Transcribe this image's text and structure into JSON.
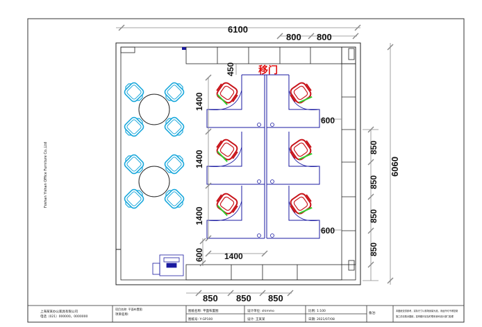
{
  "drawing": {
    "side_text": "Foshan Yishan Office Furniture Co.,Ltd",
    "sliding_door_label": "移门",
    "dimensions": {
      "total_width": "6100",
      "cab_top_1": "800",
      "cab_top_2": "800",
      "total_height": "6060",
      "desk_depth_top": "450",
      "desk_row_1": "1400",
      "desk_row_2": "1400",
      "desk_row_3": "1400",
      "ret_1": "600",
      "ret_2": "600",
      "right_1": "850",
      "right_2": "850",
      "right_3": "850",
      "right_4": "850",
      "bottom_1": "850",
      "bottom_2": "850",
      "bottom_3": "850",
      "desk_width_bottom": "1400",
      "left_small": "600"
    }
  },
  "title_block": {
    "company_line_1": "上海某某办公家具有限公司",
    "company_line_2": "电话（021）000000，0000000",
    "project_label_1": "项目名称: 平面布置图",
    "project_label_2": "项目名称:",
    "drawing_name": "图纸名称: 平面布置图",
    "drawing_no": "图纸号: Y-GP100",
    "design_unit": "设计单位: shimmo",
    "design_by": "设计: 王某某",
    "scale": "比例: 1:100",
    "date": "日期: 2021/07/08",
    "note_label": "备注:",
    "note_text_1": "本图纸仅供参考，实际尺寸以现场测量为准，未经许可不得复制",
    "note_text_2": "施工前请核对图纸，如有疑问请及时联系我司设计部门处理"
  },
  "colors": {
    "outline": "#222222",
    "chair_red": "#c8141a",
    "chair_green": "#2fd12f",
    "desk_blue": "#1a1aa0",
    "meeting_chair": "#1aa8dc",
    "door_label": "#e01010",
    "dim_line": "#888888"
  }
}
